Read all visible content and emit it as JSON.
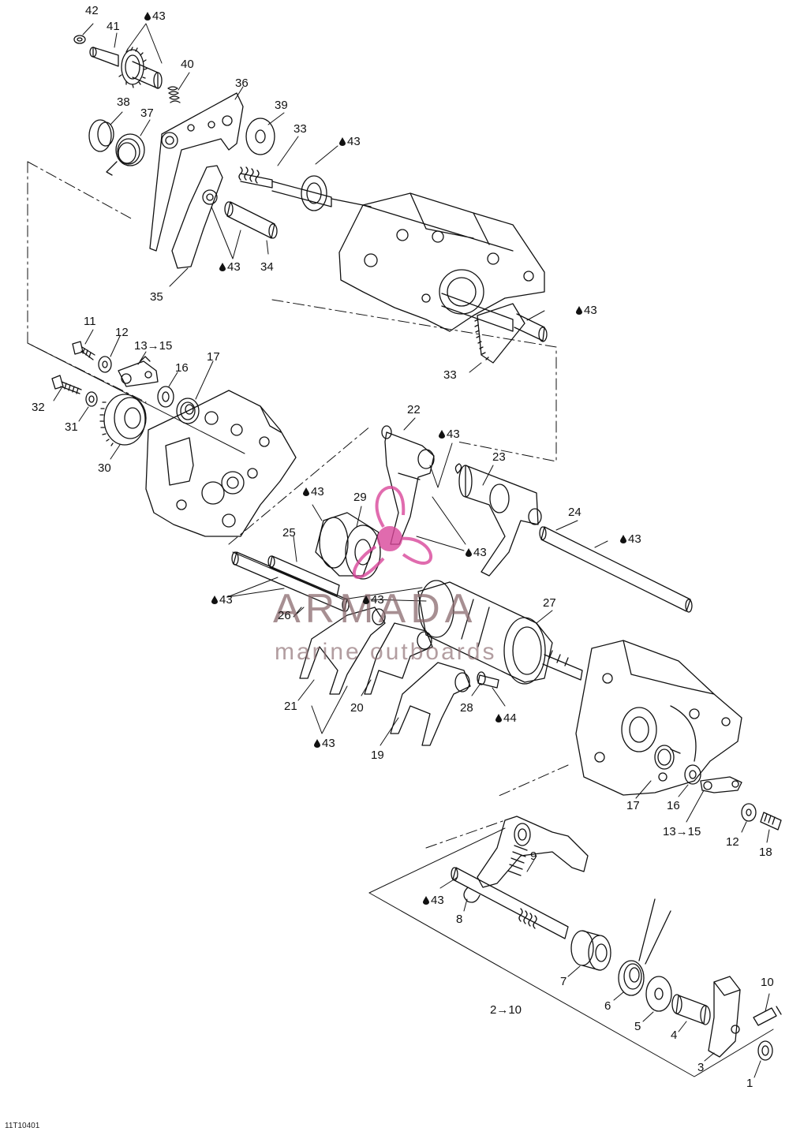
{
  "labels": {
    "l1": "1",
    "l2_10": "2→10",
    "l3": "3",
    "l4": "4",
    "l5": "5",
    "l6": "6",
    "l7": "7",
    "l8": "8",
    "l9": "9",
    "l10": "10",
    "l11": "11",
    "l12a": "12",
    "l12b": "12",
    "l13_15a": "13→15",
    "l13_15b": "13→15",
    "l16a": "16",
    "l16b": "16",
    "l17a": "17",
    "l17b": "17",
    "l18": "18",
    "l19": "19",
    "l20": "20",
    "l21": "21",
    "l22": "22",
    "l23": "23",
    "l24": "24",
    "l25": "25",
    "l26": "26",
    "l27": "27",
    "l28": "28",
    "l29": "29",
    "l30": "30",
    "l31": "31",
    "l32": "32",
    "l33a": "33",
    "l33b": "33",
    "l34": "34",
    "l35": "35",
    "l36": "36",
    "l37": "37",
    "l38": "38",
    "l39": "39",
    "l40": "40",
    "l41": "41",
    "l42": "42"
  },
  "lube": {
    "m43": "43",
    "m44": "44"
  },
  "watermark": {
    "title": "ARMADA",
    "subtitle": "marine outboards",
    "color": "#d9479a"
  },
  "drawing_code": "11T10401"
}
